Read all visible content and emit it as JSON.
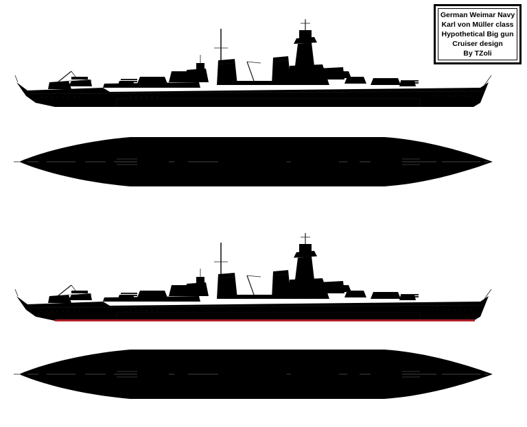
{
  "title_block": {
    "lines": [
      "German Weimar Navy",
      "Karl von Müller class",
      "Hypothetical Big gun",
      "Cruiser design",
      "By TZoli"
    ]
  },
  "views": [
    {
      "name": "profile-line-art"
    },
    {
      "name": "plan-line-art"
    },
    {
      "name": "profile-color"
    },
    {
      "name": "plan-color"
    }
  ],
  "colors": {
    "outline": "#1a1a1a",
    "line_art_fill": "#ffffff",
    "line_art_deck": "#eeeeee",
    "hull_grey": "#b8c3d0",
    "hull_grey_light": "#d3dae3",
    "superstructure_grey": "#a9b4c1",
    "boot_topping": "#b0202a",
    "deck_wood": "#c69a6a",
    "turret_grey": "#c5ccd4",
    "dark_detail": "#3a3a3a",
    "boat_wood": "#c8843a"
  }
}
